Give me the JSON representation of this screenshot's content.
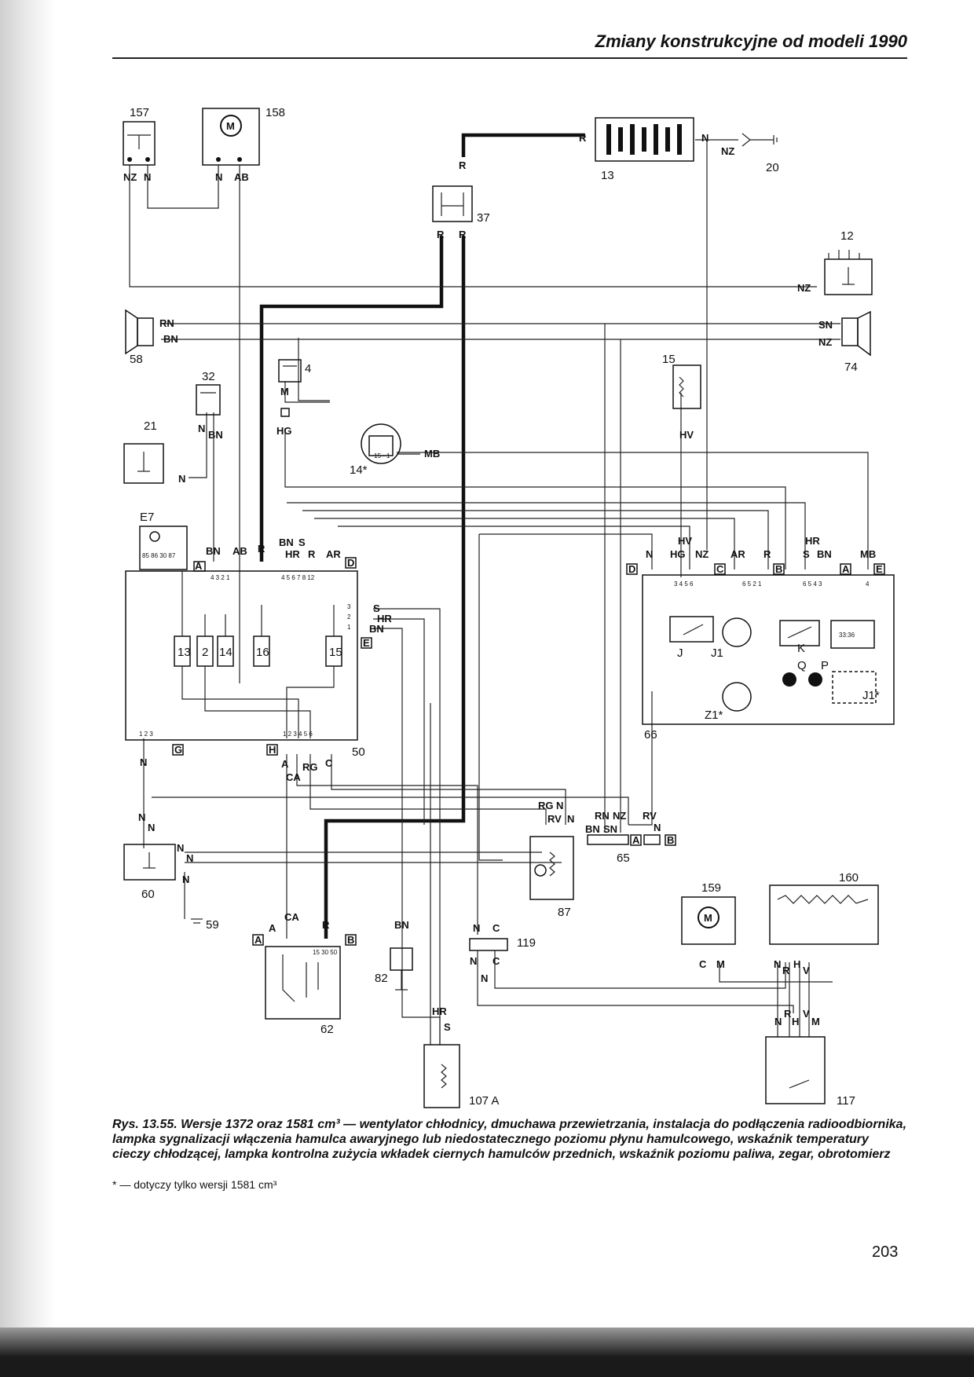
{
  "header": {
    "title": "Zmiany konstrukcyjne od modeli 1990"
  },
  "components": {
    "c157": "157",
    "c158": "158",
    "c13": "13",
    "c20": "20",
    "c37": "37",
    "c12": "12",
    "c58": "58",
    "c74": "74",
    "c15": "15",
    "c32": "32",
    "c4": "4",
    "c21": "21",
    "c14": "14*",
    "cE7": "E7",
    "c66": "66",
    "c50": "50",
    "c60": "60",
    "c59": "59",
    "c65": "65",
    "c87": "87",
    "c159": "159",
    "c160": "160",
    "c62": "62",
    "c82": "82",
    "c119": "119",
    "c107": "107 A",
    "c117": "117",
    "cZ1": "Z1*",
    "cJ1s": "J1*",
    "cJ": "J",
    "cJ1": "J1",
    "cK": "K",
    "cQ": "Q",
    "cP": "P",
    "f13": "13",
    "f2": "2",
    "f14": "14",
    "f16": "16",
    "f15": "15"
  },
  "wires": {
    "R": "R",
    "N": "N",
    "NZ": "NZ",
    "AB": "AB",
    "RN": "RN",
    "BN": "BN",
    "SN": "SN",
    "M": "M",
    "HG": "HG",
    "HV": "HV",
    "MB": "MB",
    "S": "S",
    "HR": "HR",
    "AR": "AR",
    "A": "A",
    "CA": "CA",
    "RG": "RG",
    "C": "C",
    "RV": "RV",
    "H": "H",
    "V": "V"
  },
  "connectors": {
    "A": "A",
    "B": "B",
    "C": "C",
    "D": "D",
    "E": "E",
    "G": "G",
    "H": "H"
  },
  "clock_display": "33:36",
  "caption": "Rys. 13.55. Wersje 1372 oraz 1581 cm³ — wentylator chłodnicy, dmuchawa przewietrzania, instalacja do podłączenia radioodbiornika, lampka sygnalizacji włączenia hamulca awaryjnego lub niedostatecznego poziomu płynu hamulcowego, wskaźnik temperatury cieczy chłodzącej, lampka kontrolna zużycia wkładek ciernych hamulców przednich, wskaźnik poziomu paliwa, zegar, obrotomierz",
  "footnote": "* — dotyczy tylko wersji 1581 cm³",
  "page_number": "203"
}
